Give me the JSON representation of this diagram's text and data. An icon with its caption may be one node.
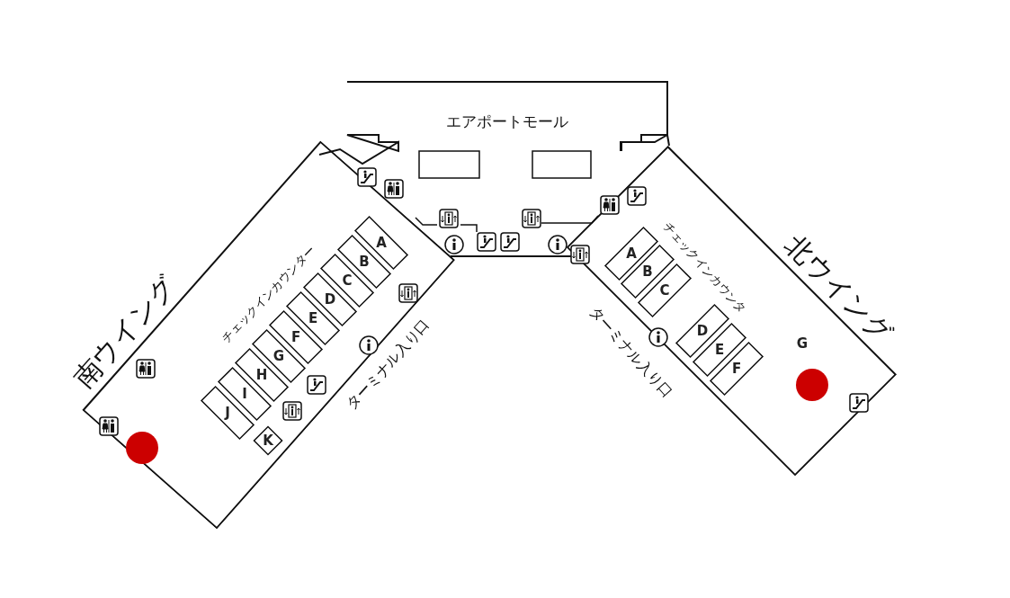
{
  "diagram": {
    "nodes": [
      {
        "text": [
          "エアポートモール"
        ]
      },
      {
        "text": [
          "南ウイング"
        ]
      },
      {
        "text": [
          "北ウイング"
        ]
      }
    ],
    "labels": [
      "チェックインカウンター",
      "A",
      "B",
      "C",
      "D",
      "E",
      "F",
      "G",
      "H",
      "I",
      "J",
      "K",
      "ターミナル入り口",
      "チェックインカウンタ",
      "A",
      "B",
      "C",
      "D",
      "E",
      "F",
      "G",
      "ターミナル入り口"
    ]
  }
}
